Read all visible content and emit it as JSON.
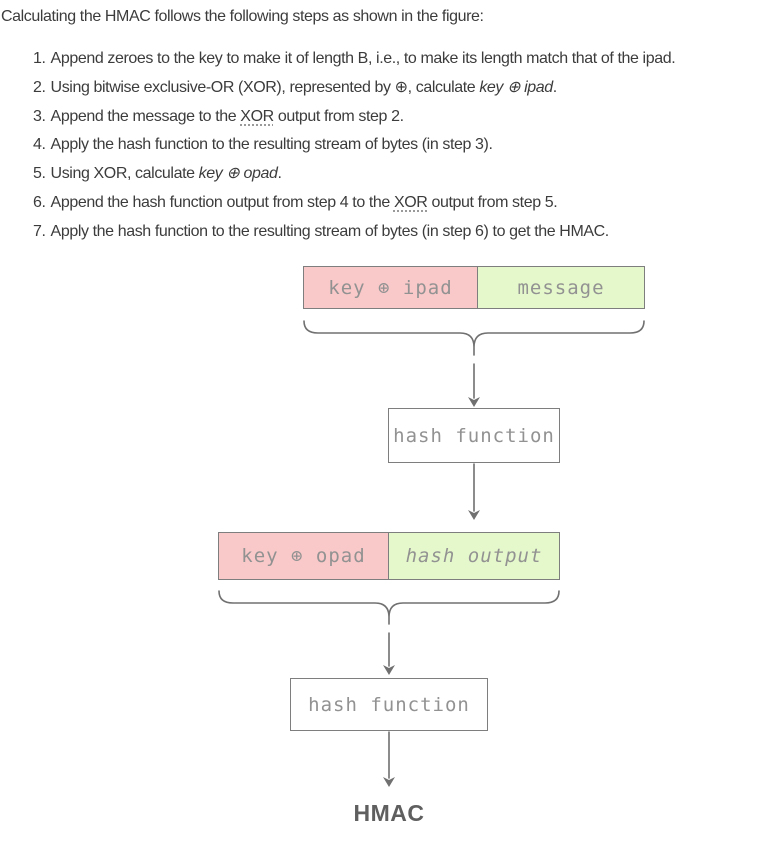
{
  "intro": "Calculating the HMAC follows the following steps as shown in the figure:",
  "steps": [
    {
      "num": "1.",
      "segments": {
        "a": "Append zeroes to the key to make it of length B, i.e., to make its length match that of the ipad."
      }
    },
    {
      "num": "2.",
      "segments": {
        "a": "Using bitwise exclusive-OR (XOR), represented by ⊕, calculate ",
        "b": "key ⊕ ipad",
        "c": "."
      }
    },
    {
      "num": "3.",
      "segments": {
        "a": "Append the message to the ",
        "b": "XOR",
        "c": " output from step 2."
      }
    },
    {
      "num": "4.",
      "segments": {
        "a": "Apply the hash function to the resulting stream of bytes (in step 3)."
      }
    },
    {
      "num": "5.",
      "segments": {
        "a": "Using XOR, calculate ",
        "b": "key ⊕ opad",
        "c": "."
      }
    },
    {
      "num": "6.",
      "segments": {
        "a": "Append the hash function output from step 4 to the ",
        "b": "XOR",
        "c": " output from step 5."
      }
    },
    {
      "num": "7.",
      "segments": {
        "a": "Apply the hash function to the resulting stream of bytes (in step 6) to get the HMAC."
      }
    }
  ],
  "diagram": {
    "row1": {
      "left_label": "key ⊕ ipad",
      "right_label": "message"
    },
    "hash_box1": "hash function",
    "row2": {
      "left_label": "key ⊕ opad",
      "right_label": "hash output"
    },
    "hash_box2": "hash function",
    "result_label": "HMAC"
  },
  "colors": {
    "pad_fill": "#f9c8c8",
    "data_fill": "#e5f8cb",
    "box_border": "#7e7e7e",
    "mono_text": "#929292",
    "body_text": "#3c3c3c",
    "arrow": "#707070"
  }
}
